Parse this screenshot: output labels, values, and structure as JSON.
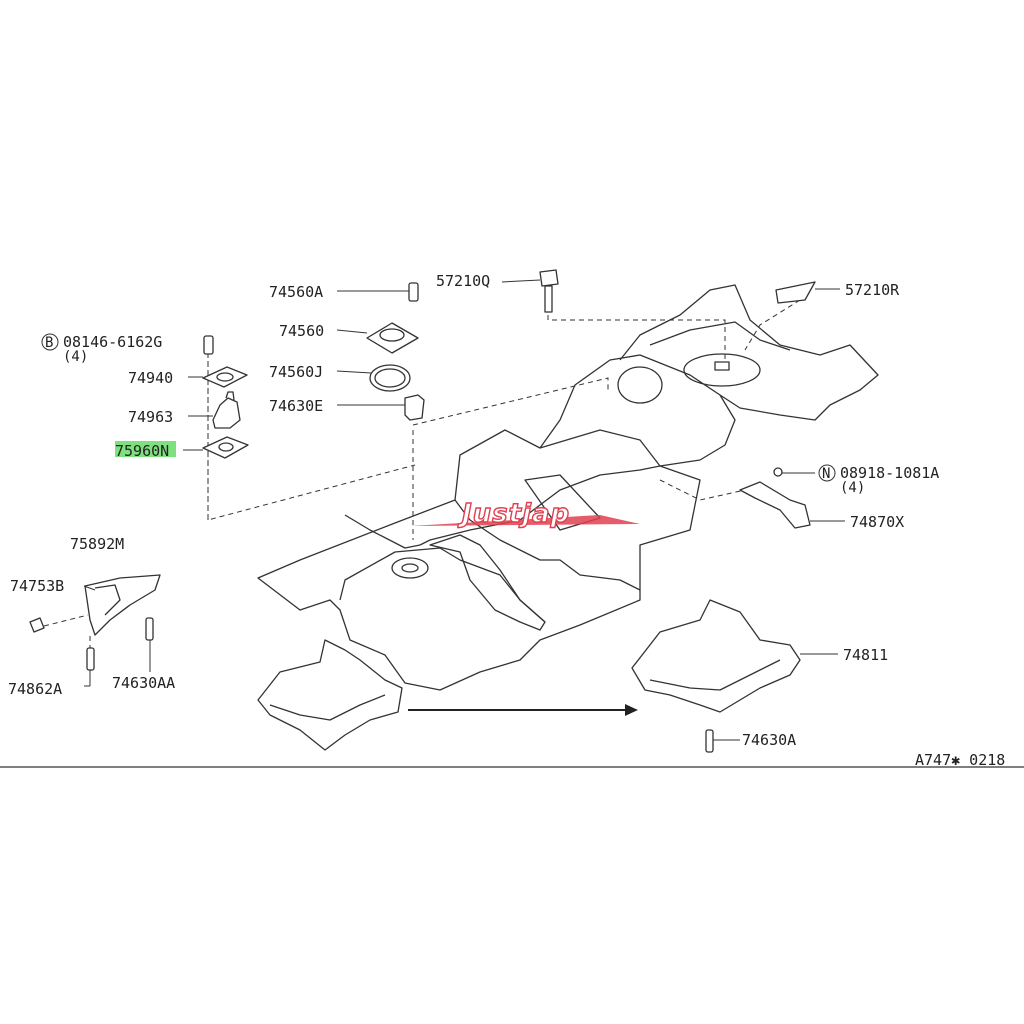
{
  "diagram": {
    "frame_code": "A747✱ 0218",
    "watermark": "Justjap",
    "highlighted_part": "75960N",
    "highlight_color": "#7ee07e",
    "accent_color": "#e04050",
    "parts": {
      "p74560A": "74560A",
      "p74560": "74560",
      "p74560J": "74560J",
      "p74630E": "74630E",
      "p57210Q": "57210Q",
      "p57210R": "57210R",
      "p08146": "08146-6162G",
      "p08146_qty": "(4)",
      "p08146_symbol": "B",
      "p74940": "74940",
      "p74963": "74963",
      "p75960N": "75960N",
      "p08918": "08918-1081A",
      "p08918_qty": "(4)",
      "p08918_symbol": "N",
      "p74870X": "74870X",
      "p75892M": "75892M",
      "p74753B": "74753B",
      "p74862A": "74862A",
      "p74630AA": "74630AA",
      "p74811": "74811",
      "p74630A": "74630A"
    }
  }
}
